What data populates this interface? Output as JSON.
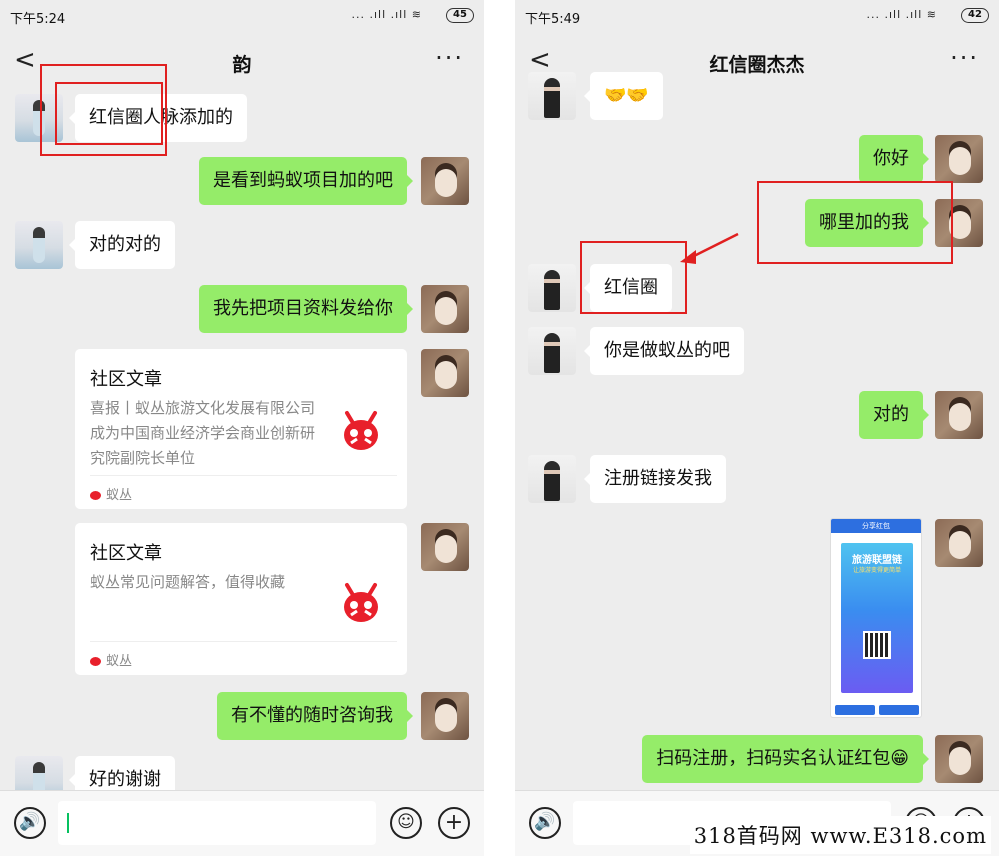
{
  "left": {
    "status": {
      "time": "下午5:24",
      "signal": "... .ıll .ıll ≋",
      "battery": "45"
    },
    "nav": {
      "back": "<",
      "title": "韵",
      "more": "···"
    },
    "messages": [
      {
        "side": "in",
        "text": "红信圈人脉添加的"
      },
      {
        "side": "out",
        "text": "是看到蚂蚁项目加的吧"
      },
      {
        "side": "in",
        "text": "对的对的"
      },
      {
        "side": "out",
        "text": "我先把项目资料发给你"
      },
      {
        "side": "out",
        "type": "card",
        "title": "社区文章",
        "desc": "喜报丨蚁丛旅游文化发展有限公司成为中国商业经济学会商业创新研究院副院长单位",
        "source": "蚁丛"
      },
      {
        "side": "out",
        "type": "card",
        "title": "社区文章",
        "desc": "蚁丛常见问题解答，值得收藏",
        "source": "蚁丛"
      },
      {
        "side": "out",
        "text": "有不懂的随时咨询我"
      },
      {
        "side": "in",
        "text": "好的谢谢"
      }
    ]
  },
  "right": {
    "status": {
      "time": "下午5:49",
      "signal": "... .ıll .ıll ≋",
      "battery": "42"
    },
    "nav": {
      "back": "<",
      "title": "红信圈杰杰",
      "more": "···"
    },
    "messages": [
      {
        "side": "in",
        "text": "🤝🤝"
      },
      {
        "side": "out",
        "text": "你好"
      },
      {
        "side": "out",
        "text": "哪里加的我"
      },
      {
        "side": "in",
        "text": "红信圈"
      },
      {
        "side": "in",
        "text": "你是做蚁丛的吧"
      },
      {
        "side": "out",
        "text": "对的"
      },
      {
        "side": "in",
        "text": "注册链接发我"
      },
      {
        "side": "out",
        "type": "image",
        "header": "分享红包",
        "poster_title": "旅游联盟链",
        "poster_sub": "让旅游变得更简单"
      },
      {
        "side": "out",
        "text": "扫码注册，扫码实名认证红包😁"
      }
    ]
  },
  "input": {
    "voice_icon": "🔊",
    "emoji_icon": "☺",
    "plus_icon": "+"
  },
  "watermark": "318首码网 www.E318.com"
}
